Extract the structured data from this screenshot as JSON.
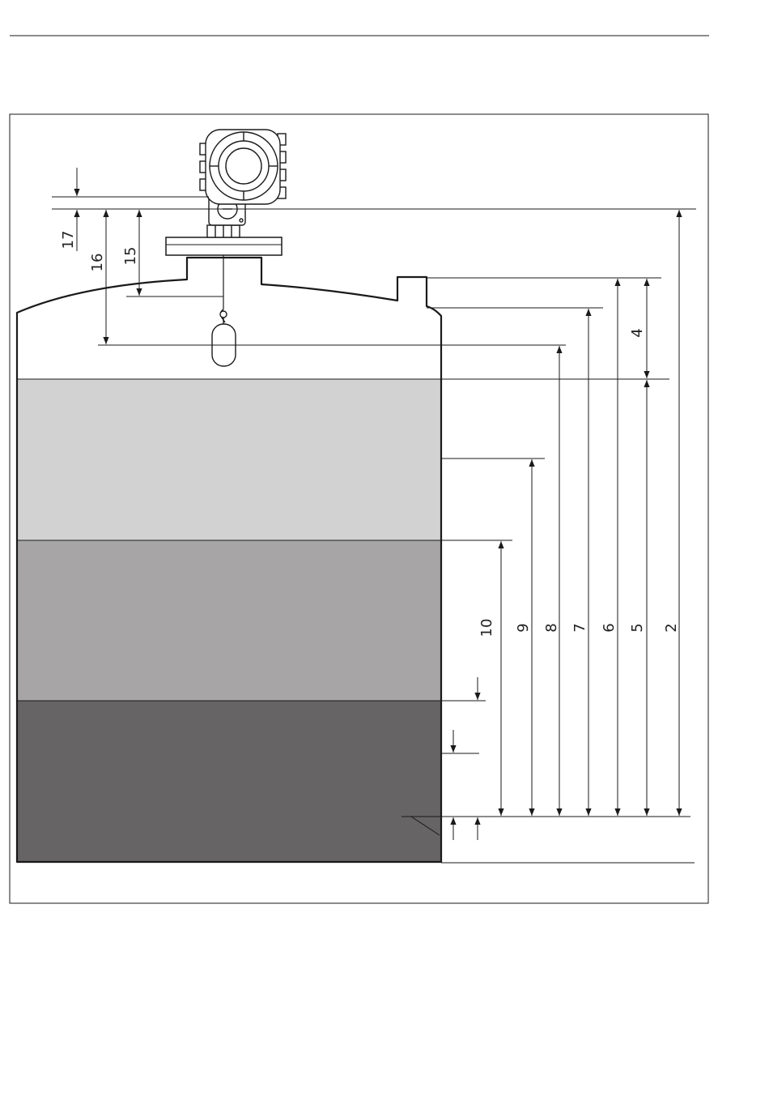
{
  "colors": {
    "layer_top": "#d2d2d2",
    "layer_middle": "#a7a5a6",
    "layer_bottom": "#666465",
    "line": "#1a1a1a"
  },
  "labels": {
    "d17": "17",
    "d16": "16",
    "d15": "15",
    "d10": "10",
    "d9": "9",
    "d8": "8",
    "d7": "7",
    "d6": "6",
    "d5": "5",
    "d4": "4",
    "d2": "2"
  },
  "icons": {
    "gauge_head": "level-gauge-housing-icon",
    "float": "displacer-float-icon"
  }
}
